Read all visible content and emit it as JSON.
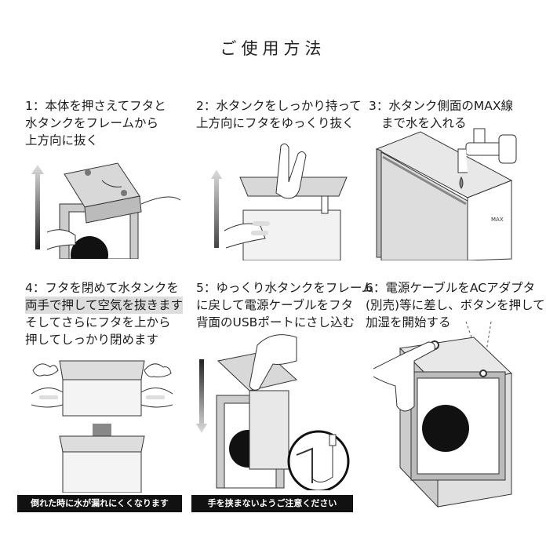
{
  "title": "ご使用方法",
  "steps": [
    {
      "lines": [
        "1：本体を押さえてフタと",
        "水タンクをフレームから",
        "上方向に抜く"
      ]
    },
    {
      "lines": [
        "2：水タンクをしっかり持って",
        "上方向にフタをゆっくり抜く"
      ]
    },
    {
      "lines": [
        "3：水タンク側面のMAX線",
        "まで水を入れる"
      ]
    },
    {
      "lines": [
        "4：フタを閉めて水タンクを",
        "両手で押して空気を抜きます",
        "そしてさらにフタを上から",
        "押してしっかり閉めます"
      ]
    },
    {
      "lines": [
        "5：ゆっくり水タンクをフレーム",
        "に戻して電源ケーブルをフタ",
        "背面のUSBポートにさし込む"
      ]
    },
    {
      "lines": [
        "6：電源ケーブルをACアダプタ",
        "(別売)等に差し、ボタンを押して",
        "加湿を開始する"
      ]
    }
  ],
  "warnings": {
    "tip_over": "倒れた時に水が漏れにくくなります",
    "pinch": "手を挟まないようご注意ください"
  },
  "max_label": "MAX"
}
